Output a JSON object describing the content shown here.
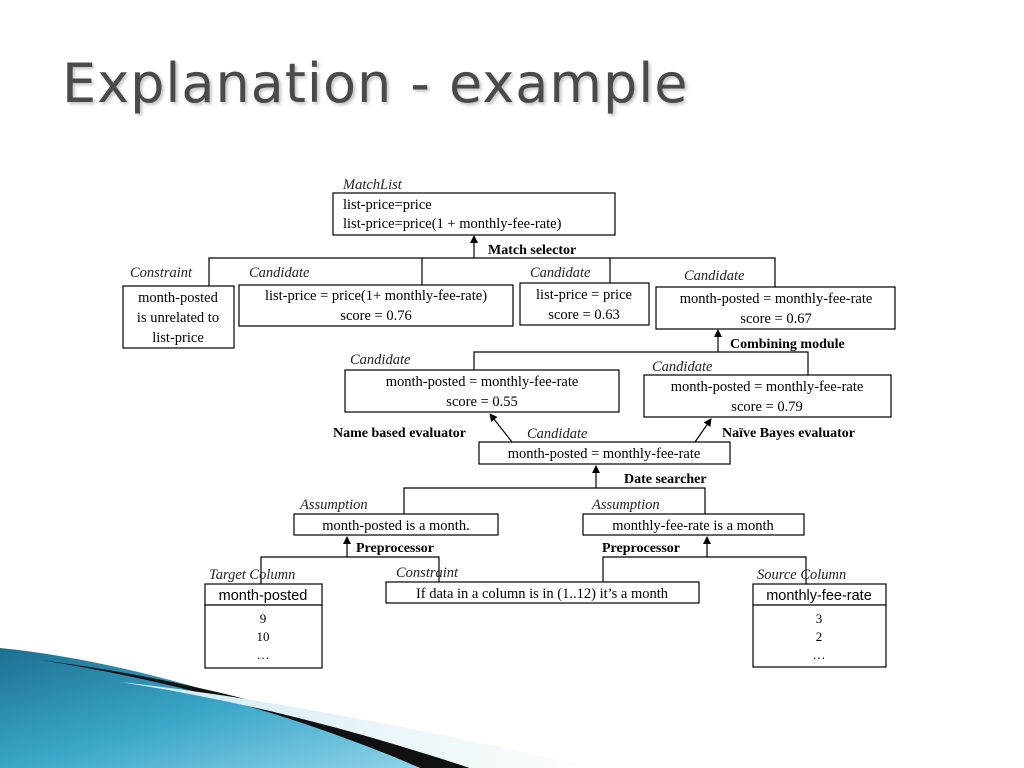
{
  "title": "Explanation - example",
  "match_list": {
    "label": "MatchList",
    "lines": [
      "list-price=price",
      "list-price=price(1 + monthly-fee-rate)"
    ]
  },
  "match_selector": "Match selector",
  "constraint_top": {
    "label": "Constraint",
    "lines": [
      "month-posted",
      "is unrelated to",
      "list-price"
    ]
  },
  "candidate_a": {
    "label": "Candidate",
    "lines": [
      "list-price = price(1+ monthly-fee-rate)",
      "score = 0.76"
    ]
  },
  "candidate_b": {
    "label": "Candidate",
    "lines": [
      "list-price = price",
      "score = 0.63"
    ]
  },
  "candidate_c": {
    "label": "Candidate",
    "lines": [
      "month-posted = monthly-fee-rate",
      "score = 0.67"
    ]
  },
  "combining_module": "Combining module",
  "candidate_d": {
    "label": "Candidate",
    "lines": [
      "month-posted = monthly-fee-rate",
      "score = 0.55"
    ]
  },
  "candidate_e": {
    "label": "Candidate",
    "lines": [
      "month-posted = monthly-fee-rate",
      "score = 0.79"
    ]
  },
  "name_based_evaluator": "Name based evaluator",
  "naive_bayes_evaluator": "Naïve Bayes evaluator",
  "candidate_f": {
    "label": "Candidate",
    "lines": [
      "month-posted = monthly-fee-rate"
    ]
  },
  "date_searcher": "Date searcher",
  "assumption_left": {
    "label": "Assumption",
    "lines": [
      "month-posted is a  month."
    ]
  },
  "assumption_right": {
    "label": "Assumption",
    "lines": [
      "monthly-fee-rate is a month"
    ]
  },
  "preprocessor_left": "Preprocessor",
  "preprocessor_right": "Preprocessor",
  "target_column": {
    "label": "Target Column",
    "header": "month-posted",
    "values": [
      "9",
      "10",
      "…"
    ]
  },
  "constraint_bottom": {
    "label": "Constraint",
    "lines": [
      "If data in a column is in (1..12) it’s a month"
    ]
  },
  "source_column": {
    "label": "Source Column",
    "header": "monthly-fee-rate",
    "values": [
      "3",
      "2",
      "…"
    ]
  }
}
